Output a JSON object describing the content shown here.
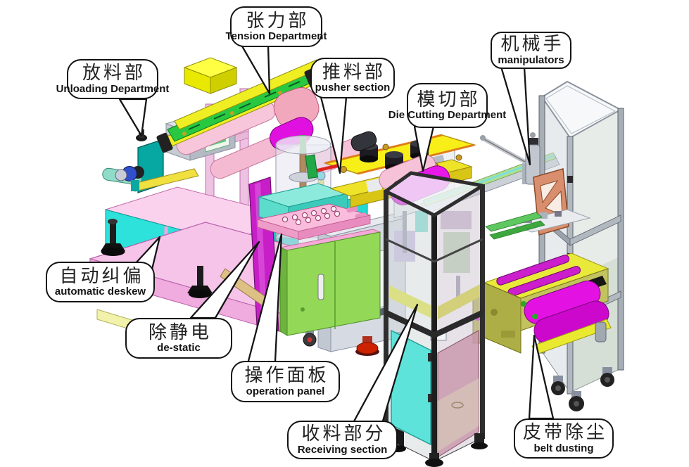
{
  "diagram_type": "annotated machine diagram (3D CAD view of die cutting production line)",
  "background": "#ffffff",
  "callouts": [
    {
      "id": "unloading",
      "zh": "放料部",
      "en": "Unloading Department"
    },
    {
      "id": "tension",
      "zh": "张力部",
      "en": "Tension Department"
    },
    {
      "id": "pusher",
      "zh": "推料部",
      "en": "pusher section"
    },
    {
      "id": "die_cutting",
      "zh": "模切部",
      "en": "Die Cutting Department"
    },
    {
      "id": "manipulators",
      "zh": "机械手",
      "en": "manipulators"
    },
    {
      "id": "deskew",
      "zh": "自动纠偏",
      "en": "automatic deskew"
    },
    {
      "id": "destatic",
      "zh": "除静电",
      "en": "de-static"
    },
    {
      "id": "operation_panel",
      "zh": "操作面板",
      "en": "operation panel"
    },
    {
      "id": "receiving",
      "zh": "收料部分",
      "en": "Receiving section"
    },
    {
      "id": "belt_dusting",
      "zh": "皮带除尘",
      "en": "belt dusting"
    }
  ],
  "palette": {
    "frame_pink": "#f7c4e9",
    "magenta_roller": "#e010e0",
    "cyan_panel": "#2ce2da",
    "conveyor_green": "#28c940",
    "cabinet_green": "#93d957",
    "die_plate_yellow": "#f8ef18",
    "olive_frame": "#b4b44c",
    "copper_bracket": "#d98f6d",
    "tower_frame_dark": "#2e2e2e",
    "tower_frame_gray": "#a8aeb6",
    "callout_border": "#141414"
  }
}
